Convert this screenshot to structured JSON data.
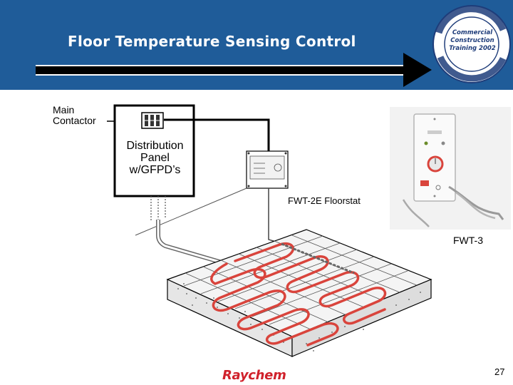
{
  "slide": {
    "title": "Floor Temperature Sensing Control",
    "page_number": "27",
    "brand": "Raychem"
  },
  "badge": {
    "lines": [
      "Commercial",
      "Construction",
      "Training 2002"
    ]
  },
  "diagram": {
    "contactor_label": [
      "Main",
      "Contactor"
    ],
    "panel_label": [
      "Distribution",
      "Panel",
      "w/GFPD’s"
    ],
    "floorstat_label": "FWT-2E Floorstat",
    "fwt3_label": "FWT-3"
  },
  "colors": {
    "header": "#1f5c99",
    "heating_cable": "#d9443c",
    "brand": "#d0212b"
  }
}
